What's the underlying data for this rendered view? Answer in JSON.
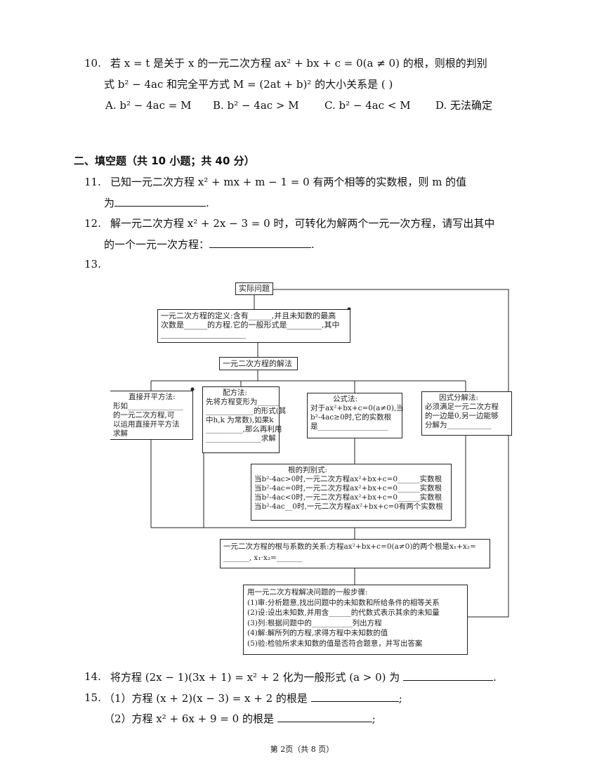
{
  "q10": {
    "num": "10.",
    "line1": "若 x = t 是关于 x 的一元二次方程 ax² + bx + c = 0(a ≠ 0) 的根，则根的判别",
    "line2": "式 b² − 4ac 和完全平方式 M = (2at + b)² 的大小关系是 (      )",
    "options": [
      "A.  b² − 4ac = M",
      "B.  b² − 4ac > M",
      "C.  b² − 4ac < M",
      "D.  无法确定"
    ]
  },
  "section_title": "二、填空题（共 10 小题；共 40 分）",
  "q11": {
    "num": "11.",
    "line1": "已知一元二次方程 x² + mx + m − 1 = 0 有两个相等的实数根，则 m 的值",
    "line2": "为"
  },
  "q12": {
    "num": "12.",
    "line1": "解一元二次方程 x² + 2x − 3 = 0 时，可转化为解两个一元一次方程，请写出其中",
    "line2": "的一个一元一次方程："
  },
  "q13": {
    "num": "13.",
    "diagram": {
      "top": "实际问题",
      "definition": [
        "一元二次方程的定义:含有______,并且未知数的最高",
        "次数是______的方程.它的一般形式是_________,其中",
        "______________________"
      ],
      "methods_title": "一元二次方程的解法",
      "direct": [
        "直接开平方法:",
        "形如_______________",
        "的一元二次方程,可",
        "以运用直接开平方法",
        "求解"
      ],
      "complete": [
        "配方法:",
        "先将方程变形为______",
        "_____________的形式(其",
        "中h,k 为常数),如果k",
        "__________,那么再利用",
        "_______________求解"
      ],
      "formula": [
        "公式法:",
        "对于ax²+bx+c=0(a≠0),当",
        "b²-4ac≥0时,它的实数根",
        "是___________________"
      ],
      "factor": [
        "因式分解法:",
        "必须满足一元二次方程",
        "的一边是0,另一边能够",
        "分解为____________"
      ],
      "discriminant": [
        "根的判别式:",
        "当b²-4ac>0时,一元二次方程ax²+bx+c=0______实数根",
        "当b²-4ac=0时,一元二次方程ax²+bx+c=0______实数根",
        "当b²-4ac<0时,一元二次方程ax²+bx+c=0______实数根",
        "当b²-4ac__0时,一元二次方程ax²+bx+c=0有两个实数根"
      ],
      "vieta": [
        "一元二次方程的根与系数的关系:方程ax²+bx+c=0(a≠0)的两个根是x₁+x₂=",
        "_______,     x₁·x₂=_______"
      ],
      "steps": [
        "用一元二次方程解决问题的一般步骤:",
        "(1)审:分析题意,找出问题中的未知数和所给条件的相等关系",
        "(2)设:设出未知数,并用含______的代数式表示其余的未知量",
        "(3)列:根据问题中的___________列出方程",
        "(4)解:解所列的方程,求得方程中未知数的值",
        "(5)验:检验所求未知数的值是否符合题意，并写出答案"
      ]
    }
  },
  "q14": {
    "num": "14.",
    "text": "将方程 (2x − 1)(3x + 1) = x² + 2 化为一般形式 (a > 0) 为"
  },
  "q15": {
    "num": "15.",
    "part1": "（1）方程 (x + 2)(x − 3) = x + 2 的根是",
    "part2": "（2）方程 x² + 6x + 9 = 0 的根是"
  },
  "footer": "第 2页（共 8 页）"
}
